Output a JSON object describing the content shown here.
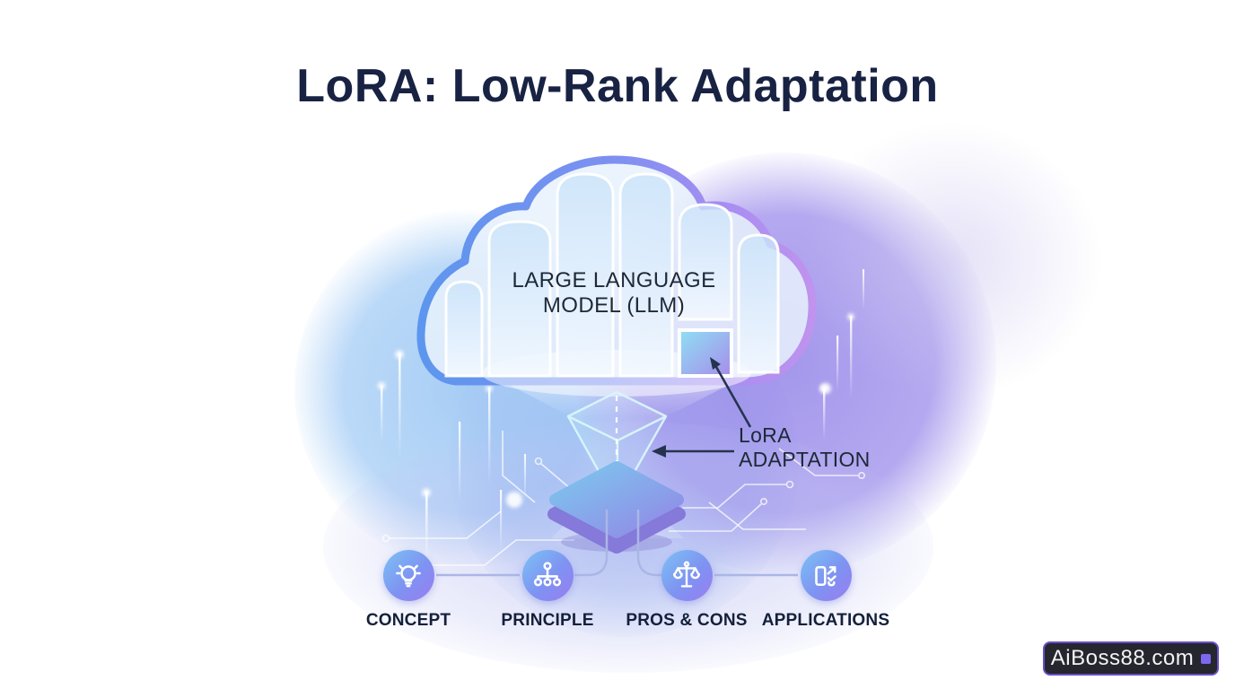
{
  "title": "LoRA: Low-Rank Adaptation",
  "cloud": {
    "label_line1": "LARGE LANGUAGE",
    "label_line2": "MODEL (LLM)"
  },
  "lora_callout": {
    "line1": "LoRA",
    "line2": "ADAPTATION"
  },
  "nav_items": [
    {
      "label": "CONCEPT",
      "icon": "lightbulb-icon"
    },
    {
      "label": "PRINCIPLE",
      "icon": "hierarchy-icon"
    },
    {
      "label": "PROS & CONS",
      "icon": "balance-scale-icon"
    },
    {
      "label": "APPLICATIONS",
      "icon": "document-share-check-icon"
    }
  ],
  "watermark": {
    "text": "AiBoss88.com"
  },
  "colors": {
    "title_text": "#182243",
    "body_text": "#1d2838",
    "cloud_stroke_left": "#5d96ee",
    "cloud_stroke_right": "#bf93ee",
    "lora_block_cyan": "#8ee0f4",
    "lora_block_purple": "#a78cea",
    "icon_circle_blue": "#7cc2f4",
    "icon_circle_purple": "#9a7cf0",
    "arrow": "#26334f",
    "watermark_bg": "#26262e",
    "watermark_border": "#6a4fc4",
    "watermark_accent": "#7b68ee"
  }
}
